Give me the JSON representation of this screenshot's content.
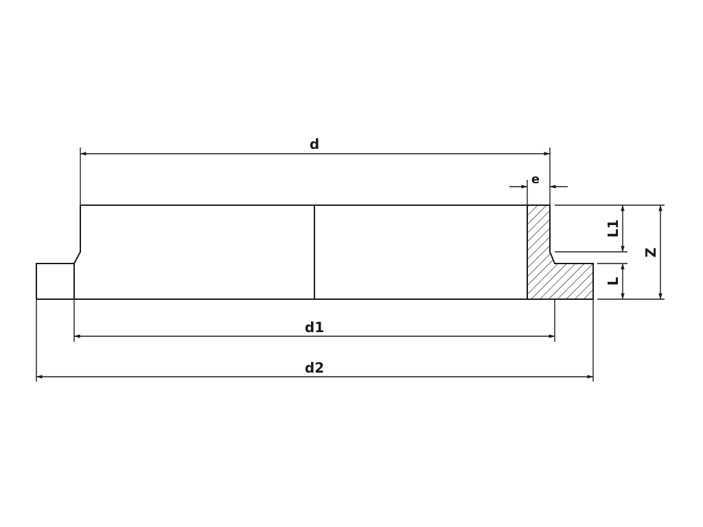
{
  "labels": {
    "d": "d",
    "e": "e",
    "L1": "L1",
    "L": "L",
    "Z": "Z",
    "d1": "d1",
    "d2": "d2"
  },
  "colors": {
    "line": "#1a1a1a",
    "background": "#ffffff"
  }
}
